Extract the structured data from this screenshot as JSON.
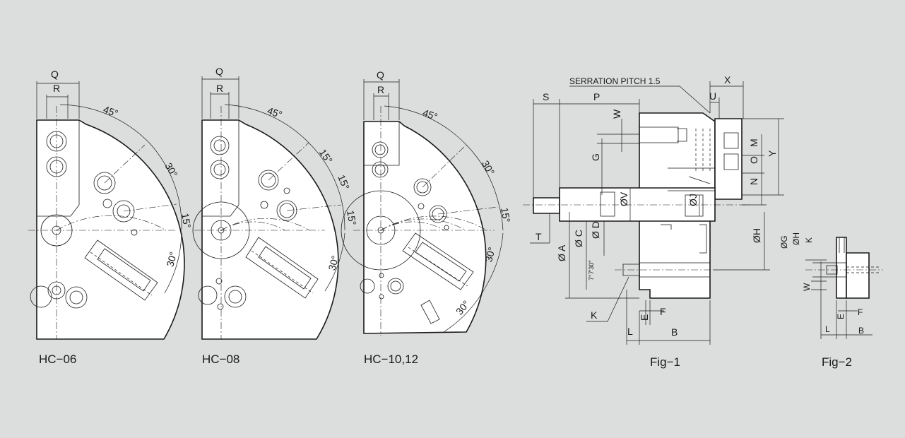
{
  "figures": {
    "hc06": {
      "caption": "HC−06",
      "q": "Q",
      "r": "R",
      "a45": "45°",
      "a30a": "30°",
      "a15": "15°",
      "a30b": "30°"
    },
    "hc08": {
      "caption": "HC−08",
      "q": "Q",
      "r": "R",
      "a45": "45°",
      "a15a": "15°",
      "a15b": "15°",
      "a15c": "15°",
      "a30": "30°"
    },
    "hc1012": {
      "caption": "HC−10,12",
      "q": "Q",
      "r": "R",
      "a45": "45°",
      "a30a": "30°",
      "a15": "15°",
      "a30b": "30°",
      "a30c": "30°"
    },
    "fig1": {
      "caption": "Fig−1",
      "serration": "SERRATION PITCH 1.5",
      "labels": {
        "x": "X",
        "u": "U",
        "s": "S",
        "p": "P",
        "w": "W",
        "g": "G",
        "m": "M",
        "o": "O",
        "y": "Y",
        "n": "N",
        "v": "ØV",
        "j": "ØJ",
        "t": "T",
        "a": "Ø A",
        "c": "Ø C",
        "d": "Ø D",
        "h": "ØH",
        "k": "K",
        "l": "L",
        "e": "E",
        "f": "F",
        "b": "B",
        "angles": "7°7′30″"
      }
    },
    "fig2": {
      "caption": "Fig−2",
      "labels": {
        "g": "ØG",
        "h": "ØH",
        "k": "K",
        "w": "W",
        "l": "L",
        "e": "E",
        "f": "F",
        "b": "B"
      }
    }
  },
  "colors": {
    "background": "#dcdddd",
    "line": "#1a1a1a",
    "part": "#ffffff"
  }
}
